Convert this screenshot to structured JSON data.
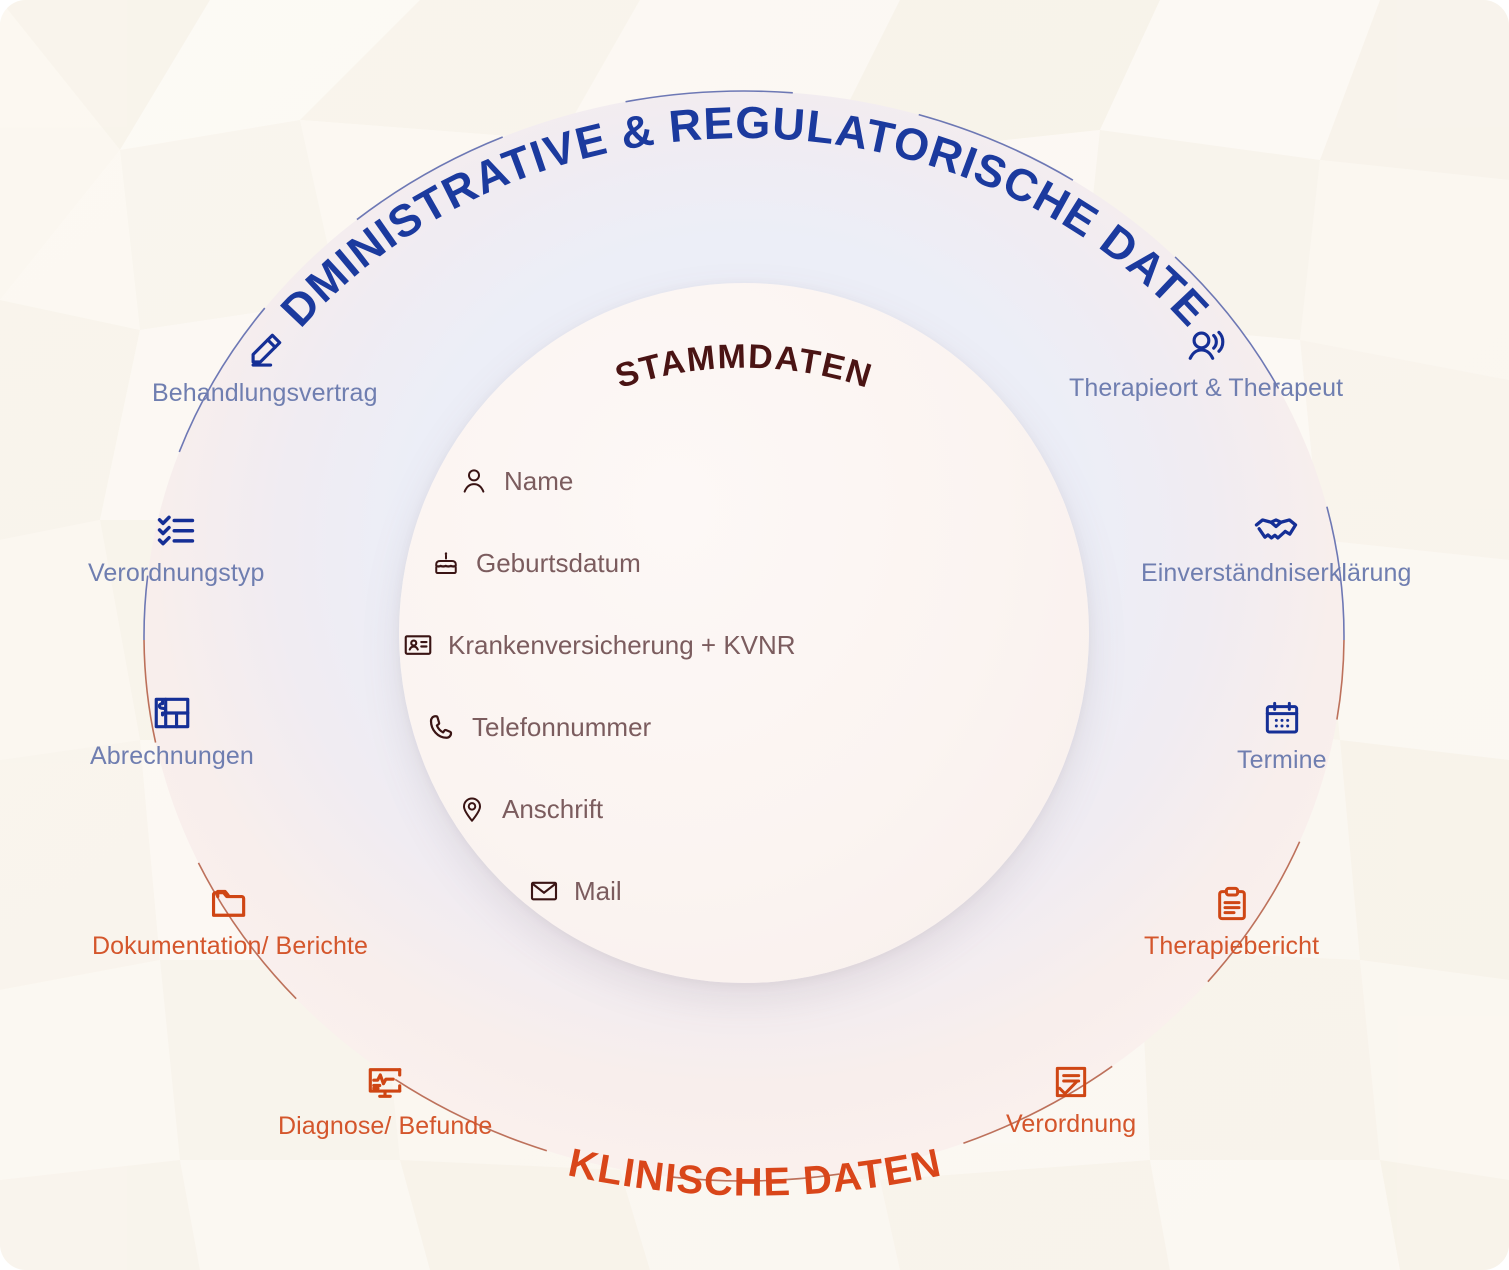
{
  "arcs": {
    "top": "ADMINISTRATIVE & REGULATORISCHE DATEN",
    "bottom": "KLINISCHE DATEN",
    "center": "STAMMDATEN"
  },
  "colors": {
    "administrative_text": "#1b3a9e",
    "administrative_label": "#6f7eb0",
    "clinical_text": "#d9461a",
    "clinical_label": "#d4562c",
    "center_title": "#4a1414",
    "center_label": "#7b5c5e",
    "background": "#fbf8f2",
    "inner_circle": "#fbf4f1"
  },
  "center_items": [
    {
      "label": "Name",
      "icon": "person-icon"
    },
    {
      "label": "Geburtsdatum",
      "icon": "cake-icon"
    },
    {
      "label": "Krankenversicherung + KVNR",
      "icon": "id-card-icon"
    },
    {
      "label": "Telefonnummer",
      "icon": "phone-icon"
    },
    {
      "label": "Anschrift",
      "icon": "location-pin-icon"
    },
    {
      "label": "Mail",
      "icon": "envelope-icon"
    }
  ],
  "nodes": {
    "left": [
      {
        "label": "Behandlungsvertrag",
        "icon": "pencil-icon",
        "group": "administrative"
      },
      {
        "label": "Verordnungstyp",
        "icon": "checklist-icon",
        "group": "administrative"
      },
      {
        "label": "Abrechnungen",
        "icon": "invoice-icon",
        "group": "administrative"
      },
      {
        "label": "Dokumentation/ Berichte",
        "icon": "folder-icon",
        "group": "clinical"
      },
      {
        "label": "Diagnose/ Befunde",
        "icon": "monitor-vitals-icon",
        "group": "clinical"
      }
    ],
    "right": [
      {
        "label": "Therapieort & Therapeut",
        "icon": "person-speaking-icon",
        "group": "administrative"
      },
      {
        "label": "Einverständniserklärung",
        "icon": "handshake-icon",
        "group": "administrative"
      },
      {
        "label": "Termine",
        "icon": "calendar-icon",
        "group": "administrative"
      },
      {
        "label": "Therapiebericht",
        "icon": "clipboard-icon",
        "group": "clinical"
      },
      {
        "label": "Verordnung",
        "icon": "document-check-icon",
        "group": "clinical"
      }
    ]
  },
  "illustration": {
    "subject": "okapi-low-poly"
  }
}
